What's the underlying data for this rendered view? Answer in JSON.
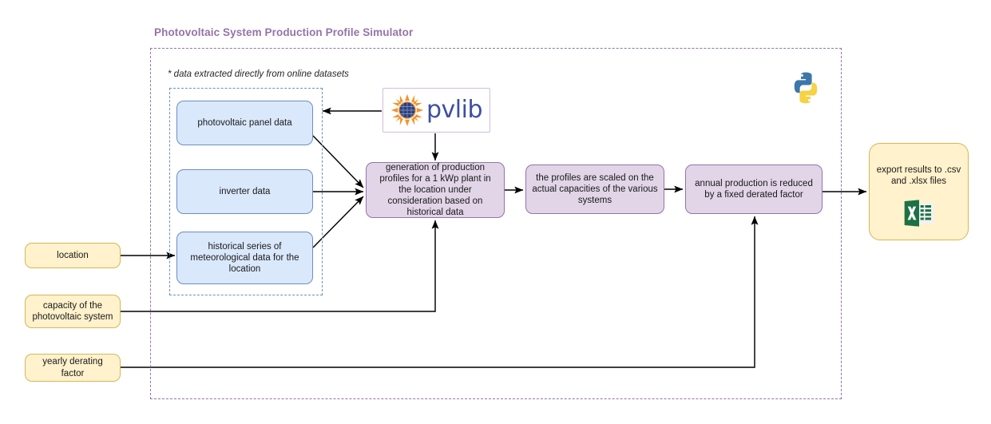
{
  "diagram": {
    "title": "Photovoltaic System Production Profile Simulator",
    "note": "* data extracted directly from online datasets",
    "colors": {
      "title": "#9673a6",
      "outer_container_border": "#9673a6",
      "inner_container_border": "#6c8ebf",
      "blue_fill": "#dae8fc",
      "blue_border": "#6c8ebf",
      "purple_fill": "#e1d5e7",
      "purple_border": "#9673a6",
      "yellow_fill": "#fff2cc",
      "yellow_border": "#d6b656",
      "edge": "#000000",
      "excel_green": "#1d7044",
      "python_blue": "#3c77a9",
      "python_yellow": "#f6d244",
      "pvlib_text": "#3d4fa1",
      "pvlib_sun": "#f5932a"
    }
  },
  "data_sources": {
    "panel": "photovoltaic panel data",
    "inverter": "inverter data",
    "meteo": "historical series of meteorological data for the location"
  },
  "library": {
    "name": "pvlib",
    "logo_icon": "pvlib-sun-logo",
    "python_icon": "python-logo"
  },
  "process": {
    "generation": "generation of production profiles for a 1 kWp plant in the location under consideration based on historical data",
    "scaling": "the profiles are scaled on the actual capacities of the various systems",
    "derating": "annual production is reduced by a fixed derated factor"
  },
  "inputs": {
    "location": "location",
    "capacity": "capacity of the photovoltaic system",
    "derating_factor": "yearly derating factor"
  },
  "output": {
    "export": "export results to .csv and .xlsx files",
    "icon": "excel-file-icon"
  }
}
